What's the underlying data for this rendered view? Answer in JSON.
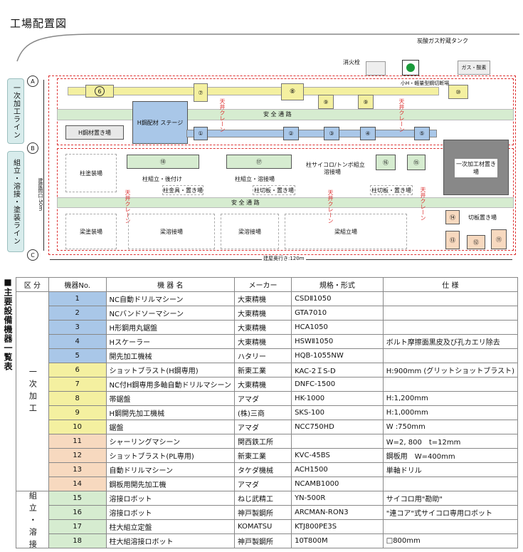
{
  "title": "工場配置図",
  "side_tabs": {
    "primary": "一次加工ライン",
    "assembly": "組立・溶接・塗装ライン"
  },
  "row_markers": [
    "A",
    "B",
    "C"
  ],
  "outside": {
    "hydrant": "消火栓",
    "co2_tank": "炭酸ガス貯蔵タンク",
    "gas_oxygen": "ガス・酸素"
  },
  "plan": {
    "small_steel": "小H・軽量型鋼切断場",
    "safety_path": "安 全 通 路",
    "h_material": "H鋼材置き場",
    "h_stage": "H鋼配材 ステージ",
    "crane": "天井クレーン",
    "col_paint": "柱塗装場",
    "col_assembly": "柱組立・後付け",
    "col_hardware": "柱金具・置き場",
    "col_assembly_weld": "柱組立・溶接場",
    "col_cut": "柱切板・置き場",
    "col_saikoro": "柱サイコロ/トンボ組立",
    "weld_yard": "溶接場",
    "col_cut2": "柱切板・置き場",
    "primary_storage": "一次加工材置き場",
    "plate_storage": "切板置き場",
    "beam_paint": "梁塗装場",
    "beam_weld": "梁溶接場",
    "beam_weld2": "梁溶接場",
    "beam_assembly": "梁組立場",
    "building_depth": "建屋奥行き:120m",
    "building_width": "建屋間口:50m"
  },
  "table": {
    "side_title": "主要設備機器一覧表",
    "headers": [
      "区 分",
      "機器No.",
      "機 器 名",
      "メーカー",
      "規格・形式",
      "仕 様"
    ],
    "cat_primary": "一次加工",
    "cat_assembly": "組立・溶接",
    "rows": [
      {
        "no": "1",
        "name": "NC自動ドリルマシーン",
        "maker": "大東精機",
        "model": "CSDⅡ1050",
        "spec": ""
      },
      {
        "no": "2",
        "name": "NCバンドソーマシーン",
        "maker": "大東精機",
        "model": "GTA7010",
        "spec": ""
      },
      {
        "no": "3",
        "name": "H形鋼用丸鋸盤",
        "maker": "大東精機",
        "model": "HCA1050",
        "spec": ""
      },
      {
        "no": "4",
        "name": "Hスケーラー",
        "maker": "大東精機",
        "model": "HSWⅡ1050",
        "spec": "ボルト摩擦面黒皮及び孔カエリ除去"
      },
      {
        "no": "5",
        "name": "開先加工機械",
        "maker": "ハタリー",
        "model": "HQB-1055NW",
        "spec": ""
      },
      {
        "no": "6",
        "name": "ショットブラスト(H鋼専用)",
        "maker": "新東工業",
        "model": "KAC-2ＩS-D",
        "spec": "H:900mm (グリットショットブラスト)"
      },
      {
        "no": "7",
        "name": "NC付H鋼専用多軸自動ドリルマシーン",
        "maker": "大東精機",
        "model": "DNFC-1500",
        "spec": ""
      },
      {
        "no": "8",
        "name": "帯鋸盤",
        "maker": "アマダ",
        "model": "HK-1000",
        "spec": "H:1,200mm"
      },
      {
        "no": "9",
        "name": "H鋼開先加工機械",
        "maker": "(株)三商",
        "model": "SKS-100",
        "spec": "H:1,000mm"
      },
      {
        "no": "10",
        "name": "鋸盤",
        "maker": "アマダ",
        "model": "NCC750HD",
        "spec": "W :750mm"
      },
      {
        "no": "11",
        "name": "シャーリングマシーン",
        "maker": "関西鉄工所",
        "model": "",
        "spec": "W=2, 800　t=12mm"
      },
      {
        "no": "12",
        "name": "ショットブラスト(PL専用)",
        "maker": "新東工業",
        "model": "KVC-45BS",
        "spec": "鋼板用　W=400mm"
      },
      {
        "no": "13",
        "name": "自動ドリルマシーン",
        "maker": "タケダ機械",
        "model": "ACH1500",
        "spec": "単軸ドリル"
      },
      {
        "no": "14",
        "name": "鋼板用開先加工機",
        "maker": "アマダ",
        "model": "NCAMB1000",
        "spec": ""
      },
      {
        "no": "15",
        "name": "溶接ロボット",
        "maker": "ねじ武精工",
        "model": "YN-500R",
        "spec": "サイコロ用\"勘助\""
      },
      {
        "no": "16",
        "name": "溶接ロボット",
        "maker": "神戸製鋼所",
        "model": "ARCMAN-RON3",
        "spec": "\"連コア\"式サイコロ専用ロボット"
      },
      {
        "no": "17",
        "name": "柱大組立定盤",
        "maker": "KOMATSU",
        "model": "KTJ800PE3S",
        "spec": ""
      },
      {
        "no": "18",
        "name": "柱大組溶接ロボット",
        "maker": "神戸製鋼所",
        "model": "10T800M",
        "spec": "□800mm"
      }
    ]
  },
  "colors": {
    "blue": "#a9c7e8",
    "yellow": "#f4f0a0",
    "peach": "#f7d9bf",
    "green": "#d6ecd0",
    "crane_red": "#d33333"
  }
}
